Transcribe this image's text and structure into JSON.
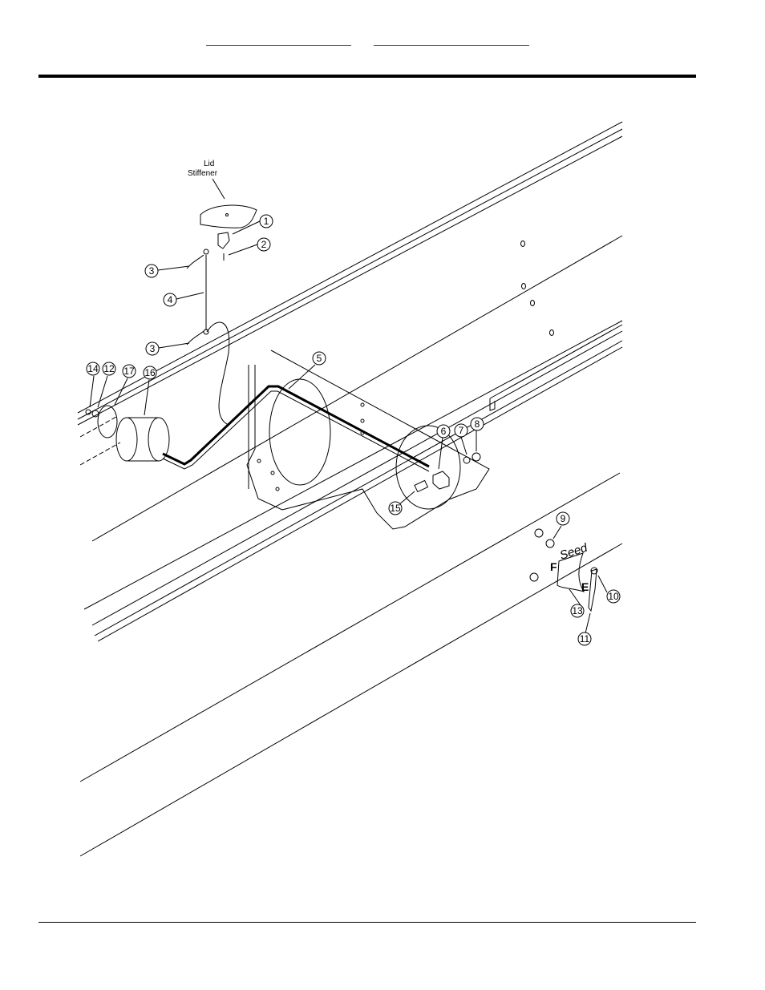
{
  "header": {
    "link_left": "",
    "link_right": ""
  },
  "diagram": {
    "label_lid": "Lid",
    "label_stiffener": "Stiffener",
    "label_seed": "Seed",
    "label_f": "F",
    "label_e": "E",
    "callouts": {
      "c1": "1",
      "c2": "2",
      "c3a": "3",
      "c3b": "3",
      "c4": "4",
      "c5": "5",
      "c6": "6",
      "c7": "7",
      "c8": "8",
      "c9": "9",
      "c10": "10",
      "c11": "11",
      "c12": "12",
      "c13": "13",
      "c14": "14",
      "c15": "15",
      "c16": "16",
      "c17": "17"
    }
  }
}
